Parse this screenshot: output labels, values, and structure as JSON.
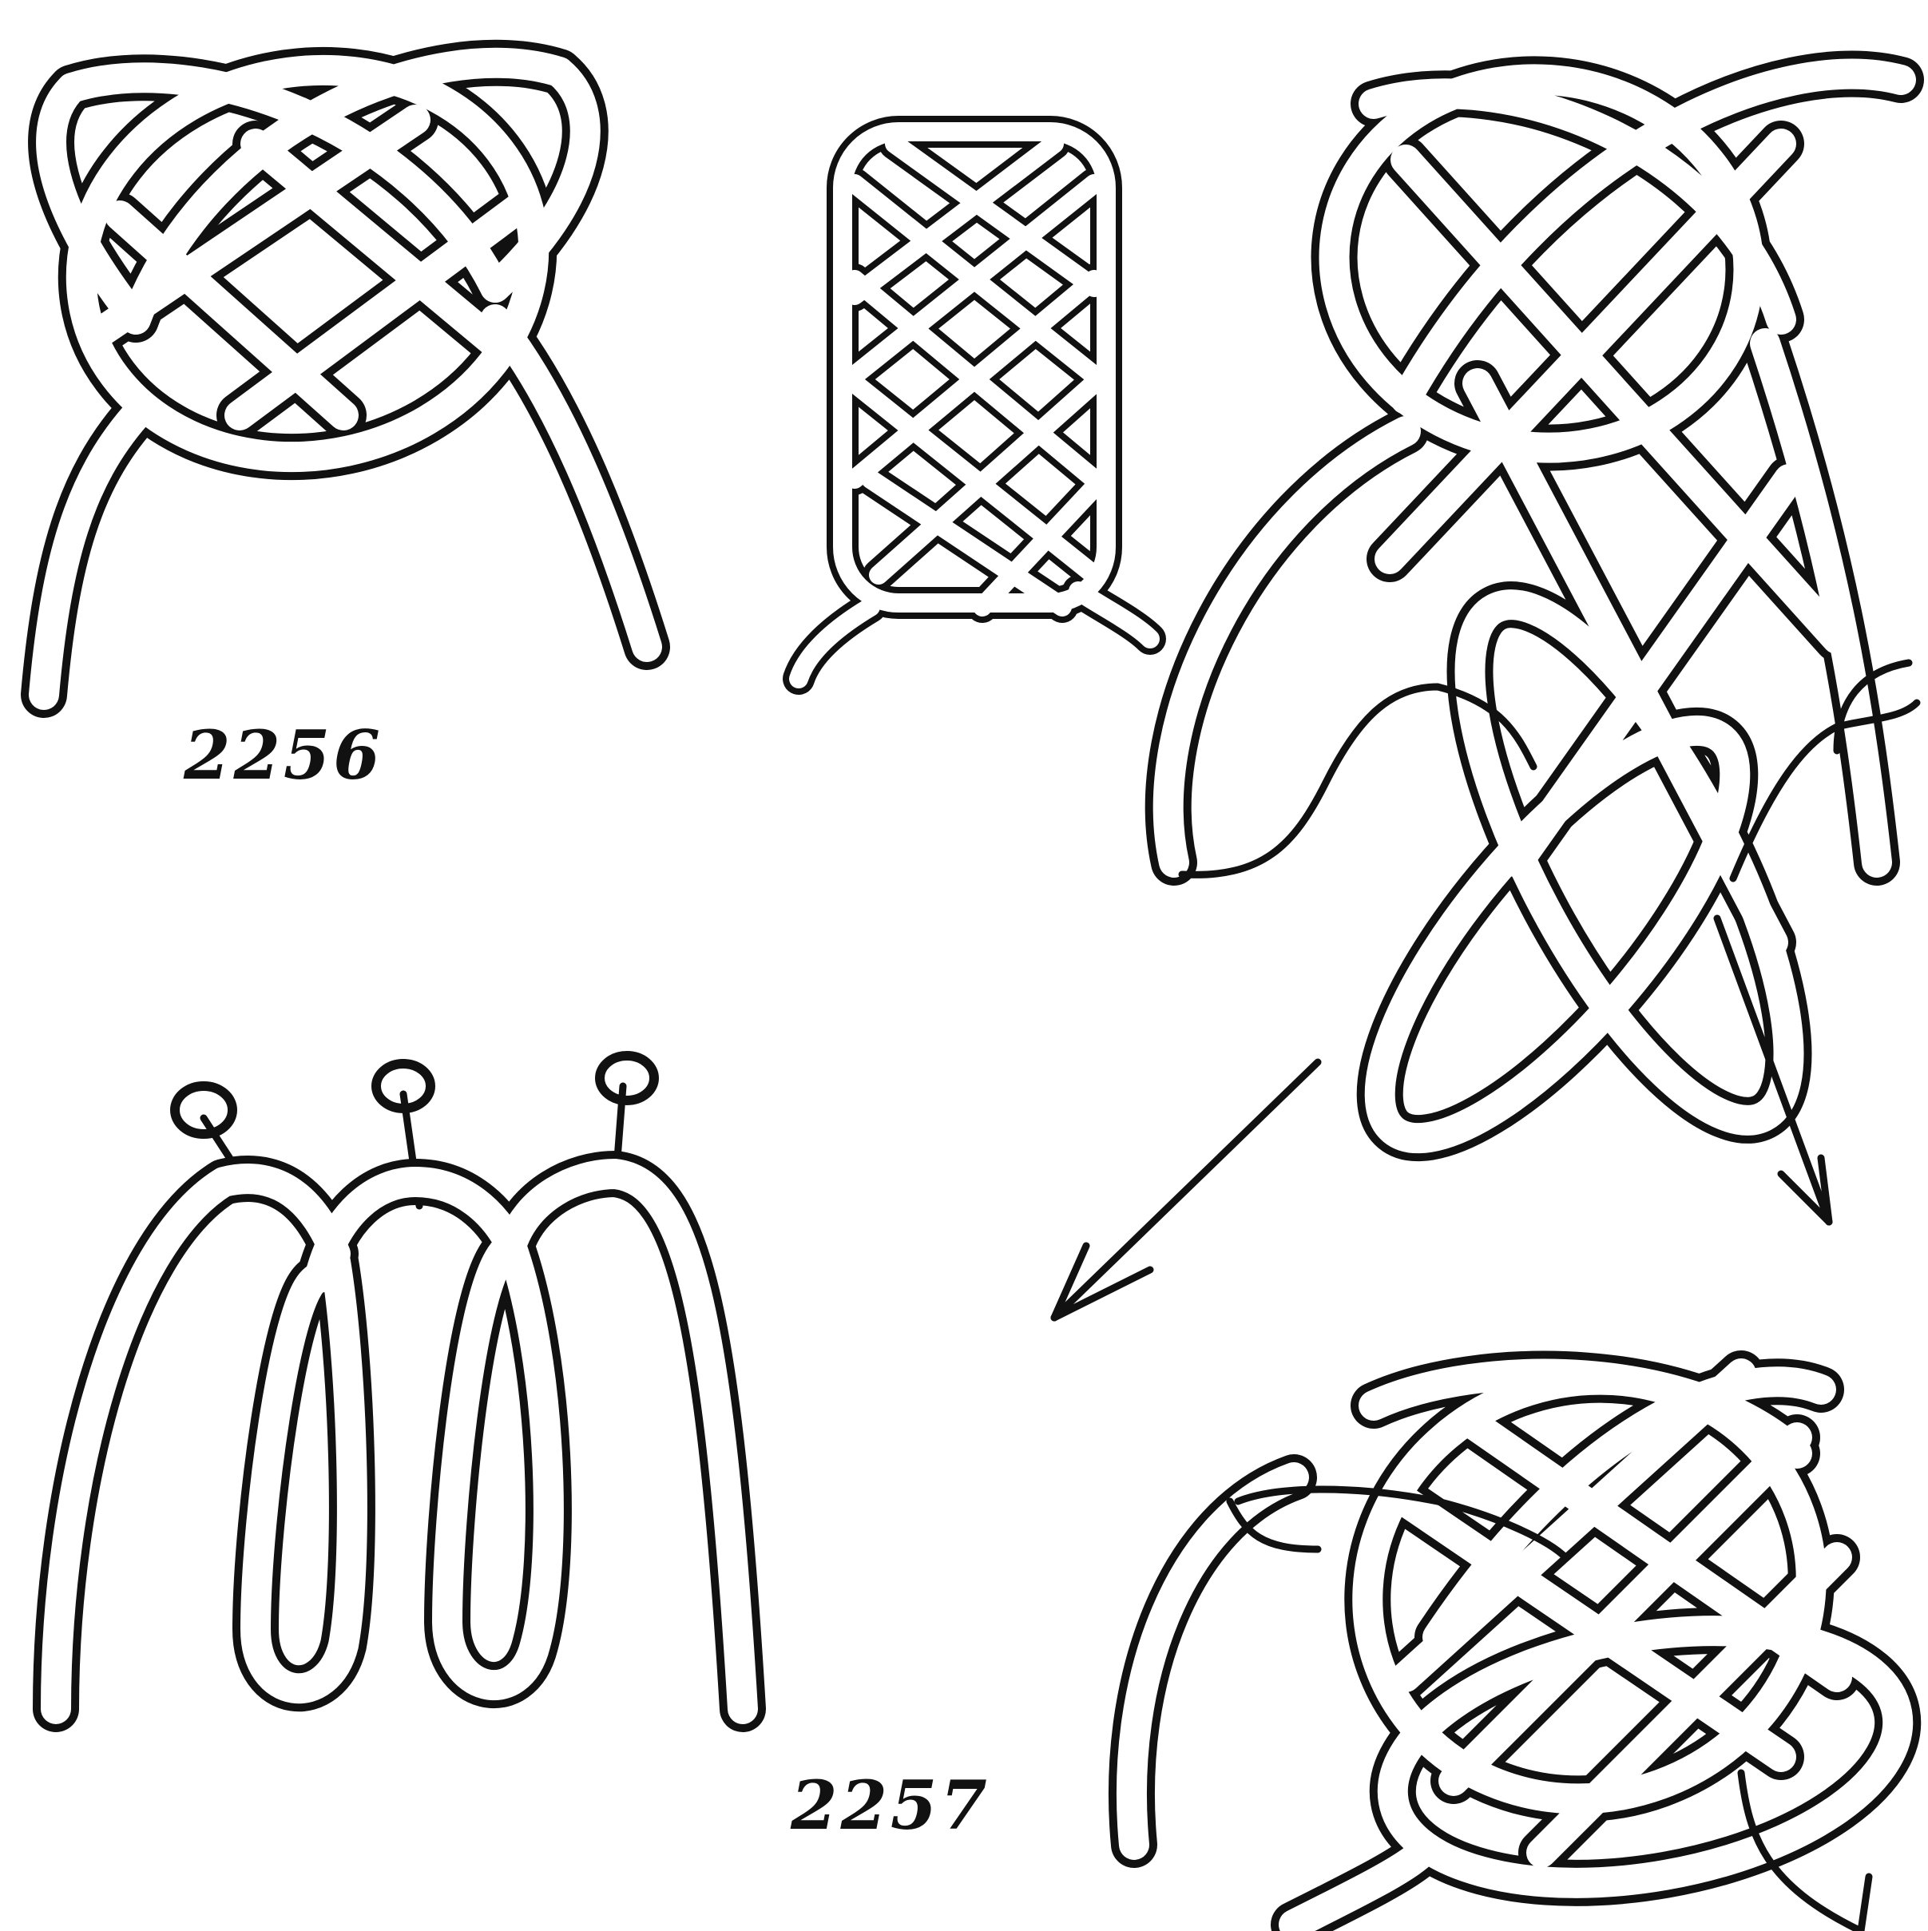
{
  "figures": [
    {
      "id": "2256",
      "label": "2256",
      "kind": "knot-diagram"
    },
    {
      "id": "2257",
      "label": "2257",
      "kind": "knot-diagram"
    }
  ],
  "colors": {
    "ink": "#111111",
    "paper": "#ffffff"
  },
  "drawings": [
    "fig-2256-knot-icon",
    "sennit-braid-icon",
    "knot-elongated-arrows-icon",
    "fig-2257-pinned-loops-icon",
    "knot-final-icon"
  ]
}
